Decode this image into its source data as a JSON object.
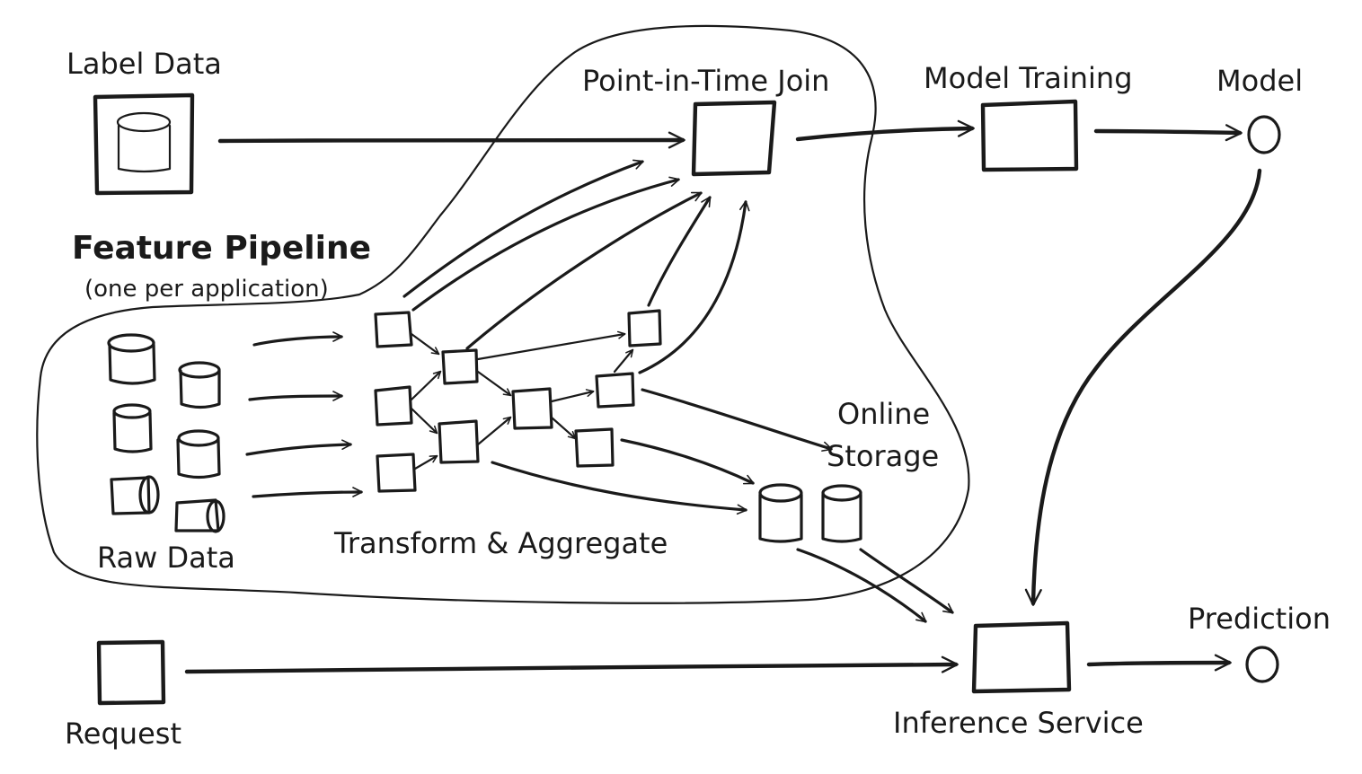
{
  "labels": {
    "label_data": "Label Data",
    "point_in_time_join": "Point-in-Time Join",
    "model_training": "Model Training",
    "model": "Model",
    "feature_pipeline": "Feature Pipeline",
    "feature_pipeline_note": "(one per application)",
    "online_storage_line1": "Online",
    "online_storage_line2": "Storage",
    "raw_data": "Raw Data",
    "transform_aggregate": "Transform & Aggregate",
    "prediction": "Prediction",
    "request": "Request",
    "inference_service": "Inference Service"
  },
  "style": {
    "ink_color": "#1a1a1a",
    "background": "#ffffff"
  }
}
